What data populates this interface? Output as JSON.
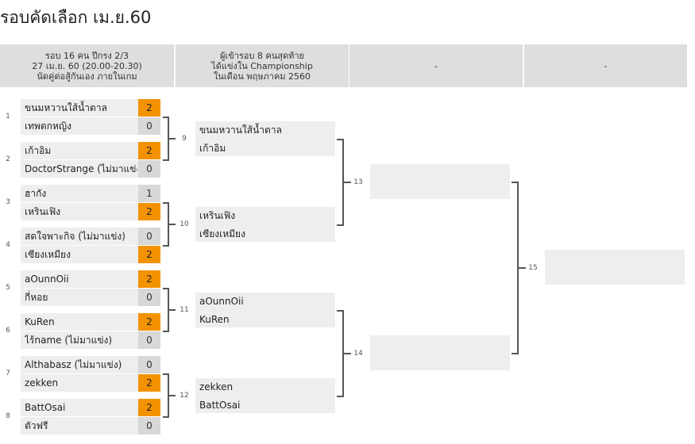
{
  "page": {
    "title": "รอบคัดเลือก เม.ย.60"
  },
  "headers": [
    {
      "lines": [
        "รอบ 16 คน ปีกรง 2/3",
        "27 เม.ย. 60 (20.00-20.30)",
        "นัดคู่ต่อสู้กันเอง ภายในเกม"
      ]
    },
    {
      "lines": [
        "ผู้เข้ารอบ 8 คนสุดท้าย",
        "ได้แข่งใน Championship",
        "ในเดือน พฤษภาคม 2560"
      ]
    },
    {
      "lines": [
        "-"
      ]
    },
    {
      "lines": [
        "-"
      ]
    }
  ],
  "round1": [
    {
      "seed": "1",
      "team": "ขนมหวานใส้น้ำตาล",
      "score": "2",
      "win": true
    },
    {
      "seed": "1",
      "team": "เทพตกหญิง",
      "score": "0",
      "win": false
    },
    {
      "seed": "2",
      "team": "เก้าอิม",
      "score": "2",
      "win": true
    },
    {
      "seed": "2",
      "team": "DoctorStrange (ไม่มาแข่ง)",
      "score": "0",
      "win": false
    },
    {
      "seed": "3",
      "team": "ฮากัง",
      "score": "1",
      "win": false
    },
    {
      "seed": "3",
      "team": "เหรินเฟิง",
      "score": "2",
      "win": true
    },
    {
      "seed": "4",
      "team": "สดใจพาะกิจ (ไม่มาแข่ง)",
      "score": "0",
      "win": false
    },
    {
      "seed": "4",
      "team": "เซียงเหมียง",
      "score": "2",
      "win": true
    },
    {
      "seed": "5",
      "team": "aOunnOii",
      "score": "2",
      "win": true
    },
    {
      "seed": "5",
      "team": "กี่หอย",
      "score": "0",
      "win": false
    },
    {
      "seed": "6",
      "team": "KuRen",
      "score": "2",
      "win": true
    },
    {
      "seed": "6",
      "team": "ไร้name (ไม่มาแข่ง)",
      "score": "0",
      "win": false
    },
    {
      "seed": "7",
      "team": "Althabasz (ไม่มาแข่ง)",
      "score": "0",
      "win": false
    },
    {
      "seed": "7",
      "team": "zekken",
      "score": "2",
      "win": true
    },
    {
      "seed": "8",
      "team": "BattOsai",
      "score": "2",
      "win": true
    },
    {
      "seed": "8",
      "team": "ตัวฟรี",
      "score": "0",
      "win": false
    }
  ],
  "round2": [
    {
      "match": "9",
      "teams": [
        "ขนมหวานใส้น้ำตาล",
        "เก้าอิม"
      ]
    },
    {
      "match": "10",
      "teams": [
        "เหรินเฟิง",
        "เซียงเหมียง"
      ]
    },
    {
      "match": "11",
      "teams": [
        "aOunnOii",
        "KuRen"
      ]
    },
    {
      "match": "12",
      "teams": [
        "zekken",
        "BattOsai"
      ]
    }
  ],
  "round3": [
    {
      "match": "13",
      "teams": [
        "",
        ""
      ]
    },
    {
      "match": "14",
      "teams": [
        "",
        ""
      ]
    }
  ],
  "round4": [
    {
      "match": "15",
      "teams": [
        "",
        ""
      ]
    }
  ],
  "colors": {
    "winner_score": "#f39200",
    "loser_score": "#d8d8d8",
    "row_bg": "#eeeeee",
    "header_bg": "#dedede",
    "line": "#555555"
  }
}
